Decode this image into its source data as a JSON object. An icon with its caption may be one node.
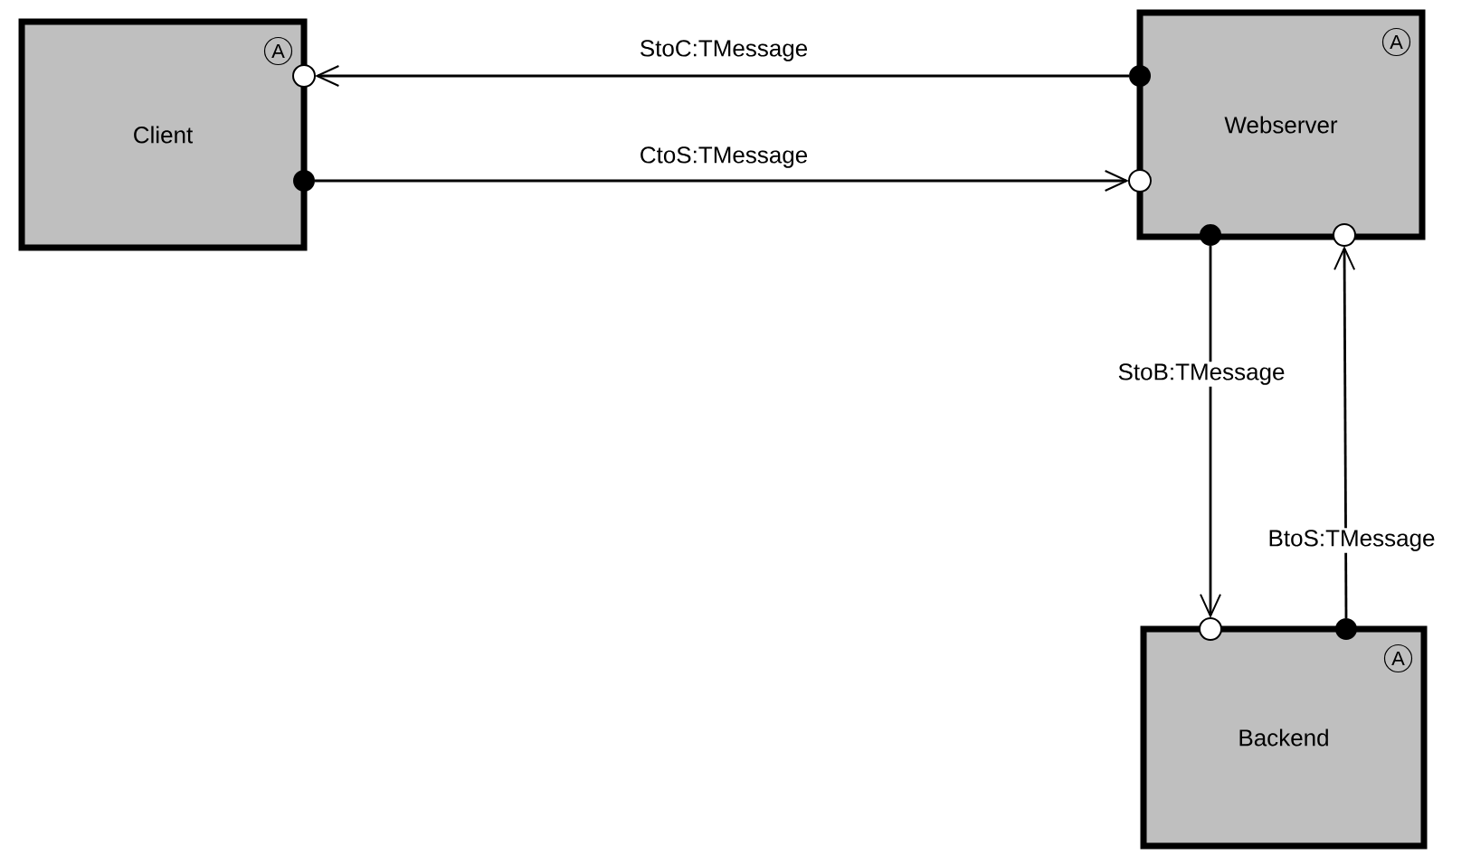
{
  "diagram": {
    "nodes": [
      {
        "text": [
          "Client",
          "A"
        ]
      },
      {
        "text": [
          "Webserver",
          "A"
        ]
      },
      {
        "text": [
          "Backend",
          "A"
        ]
      }
    ],
    "edges": [
      {
        "from": 1,
        "to": 0,
        "arrow": "to",
        "label": "StoC:TMessage"
      },
      {
        "from": 0,
        "to": 1,
        "arrow": "to",
        "label": "CtoS:TMessage"
      },
      {
        "from": 1,
        "to": 2,
        "arrow": "to",
        "label": "StoB:TMessage"
      },
      {
        "from": 2,
        "to": 1,
        "arrow": "to",
        "label": "BtoS:TMessage"
      }
    ]
  }
}
